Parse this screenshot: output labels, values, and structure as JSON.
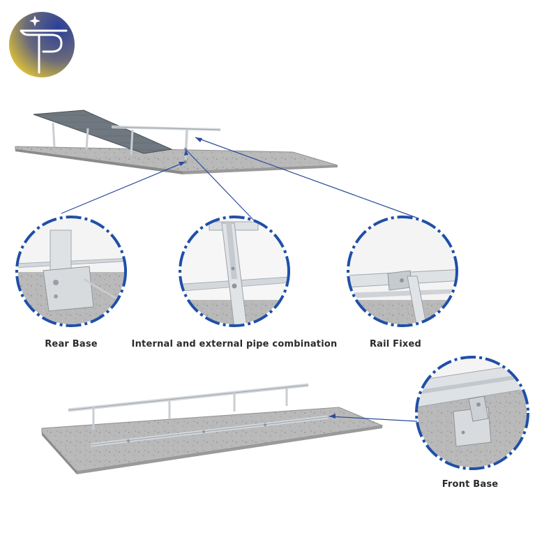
{
  "logo": {
    "name": "tp-logo-icon",
    "colors": [
      "#2a3f9a",
      "#e8c830"
    ]
  },
  "callouts": [
    {
      "id": "rear-base",
      "label": "Rear Base"
    },
    {
      "id": "pipe-combo",
      "label": "Internal and external pipe combination"
    },
    {
      "id": "rail-fixed",
      "label": "Rail Fixed"
    },
    {
      "id": "front-base",
      "label": "Front Base"
    }
  ],
  "colors": {
    "leader": "#2a4a9a",
    "ring": "#1f4fa8",
    "concrete": "#b8b8b8",
    "aluminium": "#d4d8dc"
  }
}
